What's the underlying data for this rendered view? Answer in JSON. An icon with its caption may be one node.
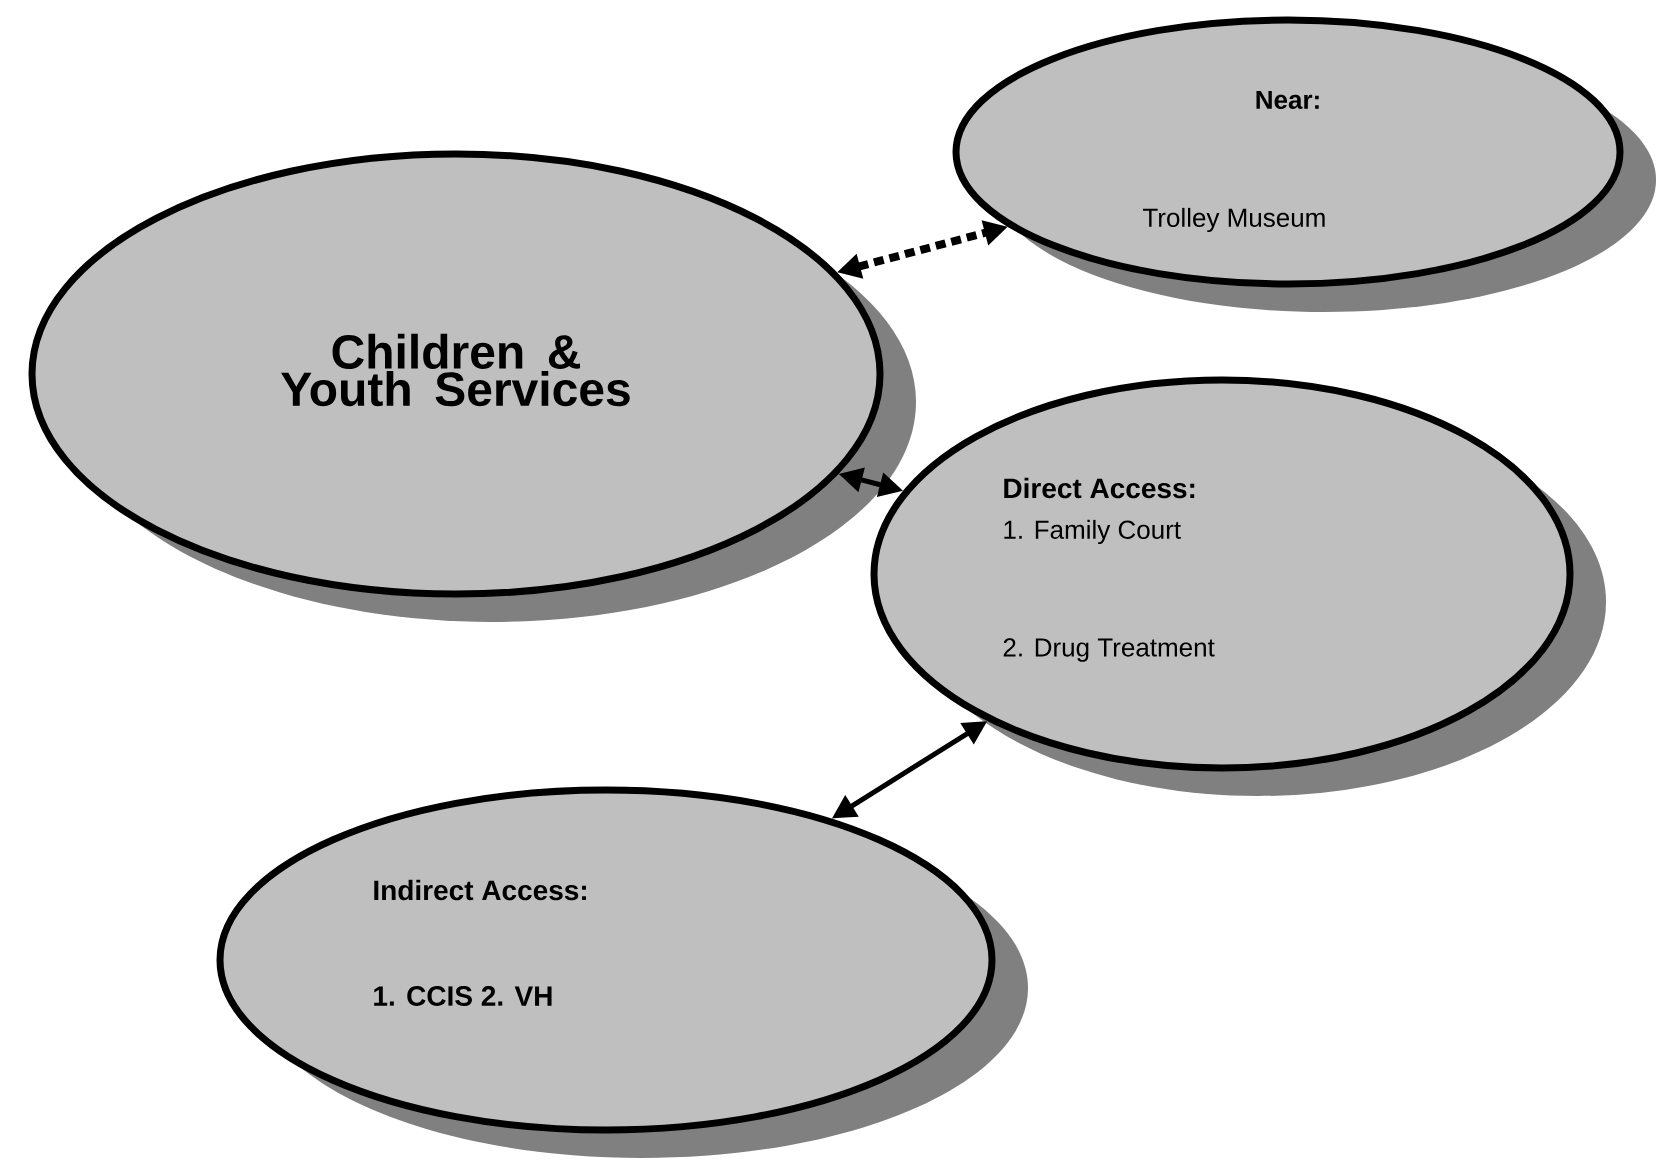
{
  "diagram": {
    "nodes": [
      {
        "text": [
          "Children & Youth Services"
        ]
      },
      {
        "text": [
          "Near:",
          "Trolley Museum"
        ]
      },
      {
        "text": [
          "Direct Access:",
          "1. Family Court",
          "2. Drug Treatment"
        ]
      },
      {
        "text": [
          "Indirect Access:",
          "1. CCIS  2. VH"
        ]
      }
    ],
    "edges": [
      {
        "from": 0,
        "to": 1,
        "arrow": "both",
        "style": "dashed"
      },
      {
        "from": 0,
        "to": 2,
        "arrow": "both"
      },
      {
        "from": 2,
        "to": 3,
        "arrow": "both"
      }
    ]
  }
}
